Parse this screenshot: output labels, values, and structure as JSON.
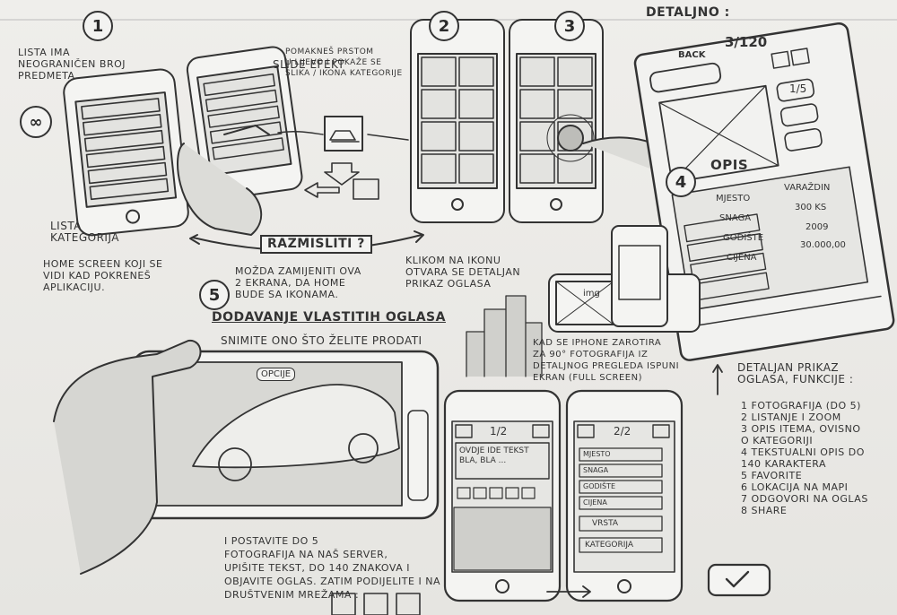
{
  "steps": [
    "1",
    "2",
    "3",
    "4",
    "5"
  ],
  "infinity": "∞",
  "s1": {
    "list_note": "LISTA IMA\nNEOGRANIČEN BROJ\nPREDMETA",
    "list_label": "LISTA\nKATEGORIJA",
    "home_note": "HOME SCREEN KOJI SE\nVIDI KAD POKRENEŠ\nAPLIKACIJU."
  },
  "slide": {
    "title": "SLIDE EFEKT",
    "desc": "POMAKNEŠ PRSTOM\nU LIJEVO I POKAŽE SE\nSLIKA / IKONA KATEGORIJE"
  },
  "think": {
    "badge": "RAZMISLITI ?",
    "desc": "MOŽDA ZAMIJENITI OVA\n2 EKRANA, DA HOME\nBUDE SA IKONAMA."
  },
  "s3": {
    "desc": "KLIKOM NA IKONU\nOTVARA SE DETALJAN\nPRIKAZ OGLASA"
  },
  "detail": {
    "title": "DETALJNO :",
    "back": "BACK",
    "counter": "3/120",
    "zoom": "1/5",
    "opis": "OPIS",
    "fields": [
      {
        "k": "MJESTO",
        "v": "VARAŽDIN"
      },
      {
        "k": "SNAGA",
        "v": "300 KS"
      },
      {
        "k": "GODIŠTE",
        "v": "2009"
      },
      {
        "k": "CIJENA",
        "v": "30.000,00"
      }
    ]
  },
  "rotate": {
    "img": "img",
    "desc": "KAD SE IPHONE ZAROTIRA\nZA 90° FOTOGRAFIJA IZ\nDETALJNOG PREGLEDA ISPUNI\nEKRAN (FULL SCREEN)"
  },
  "add": {
    "title": "DODAVANJE VLASTITIH OGLASA",
    "sub": "SNIMITE ONO ŠTO ŽELITE PRODATI",
    "opcije": "OPCIJE",
    "bottom": "I POSTAVITE DO 5\nFOTOGRAFIJA NA NAŠ SERVER,\nUPIŠITE TEKST, DO 140 ZNAKOVA I\nOBJAVITE OGLAS. ZATIM PODIJELITE I NA\nDRUŠTVENIM MREŽAMA :"
  },
  "form1": {
    "counter": "1/2",
    "text": "OVDJE IDE TEKST\nBLA, BLA ..."
  },
  "form2": {
    "counter": "2/2",
    "fields": [
      "MJESTO",
      "SNAGA",
      "GODIŠTE",
      "CIJENA"
    ],
    "vrsta": "VRSTA",
    "kategorija": "KATEGORIJA"
  },
  "func": {
    "title": "DETALJAN PRIKAZ\nOGLASA, FUNKCIJE :",
    "items": [
      "1 FOTOGRAFIJA (do 5)",
      "2 LISTANJE I ZOOM",
      "3 OPIS ITEMA, OVISNO\n   O KATEGORIJI",
      "4 TEKSTUALNI OPIS DO\n   140 KARAKTERA",
      "5 FAVORITE",
      "6 LOKACIJA NA MAPI",
      "7 ODGOVORI NA OGLAS",
      "8 SHARE"
    ]
  }
}
